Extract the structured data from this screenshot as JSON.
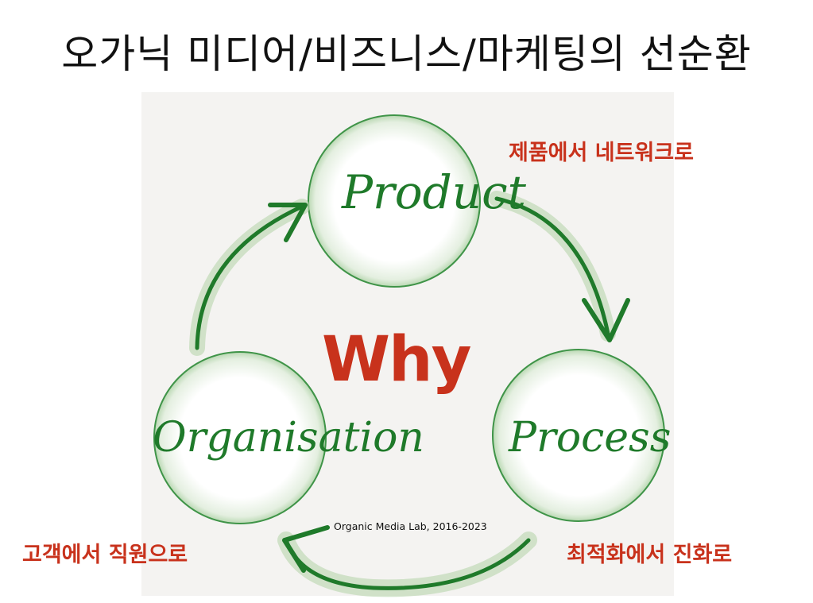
{
  "title": "오가닉 미디어/비즈니스/마케팅의 선순환",
  "center_label": "Why",
  "nodes": [
    {
      "label": "Product",
      "caption": "제품에서 네트워크로"
    },
    {
      "label": "Process",
      "caption": "최적화에서 진화로"
    },
    {
      "label": "Organisation",
      "caption": "고객에서 직원으로"
    }
  ],
  "credit": "Organic Media Lab, 2016-2023",
  "colors": {
    "green": "#1f7a2a",
    "red": "#c8321c",
    "panel": "#f4f3f1"
  }
}
